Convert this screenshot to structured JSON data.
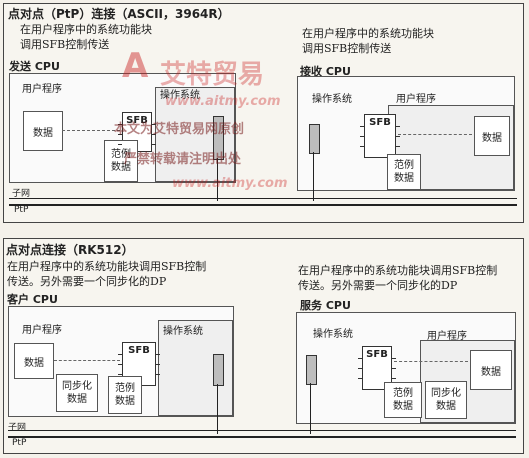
{
  "top": {
    "title": "点对点（PtP）连接（ASCII，3964R）",
    "left_desc_1": "在用户程序中的系统功能块",
    "left_desc_2": "调用SFB控制传送",
    "right_desc_1": "在用户程序中的系统功能块",
    "right_desc_2": "调用SFB控制传送",
    "send_cpu": "发送 CPU",
    "recv_cpu": "接收 CPU",
    "user_program": "用户程序",
    "os": "操作系统",
    "data": "数据",
    "sfb": "SFB",
    "instance_1": "范例",
    "instance_2": "数据",
    "subnet": "子网",
    "ptp": "PtP"
  },
  "bottom": {
    "title": "点对点连接（RK512）",
    "left_desc_1": "在用户程序中的系统功能块调用SFB控制",
    "left_desc_2": "传送。另外需要一个同步化的DP",
    "right_desc_1": "在用户程序中的系统功能块调用SFB控制",
    "right_desc_2": "传送。另外需要一个同步化的DP",
    "client_cpu": "客户 CPU",
    "server_cpu": "服务 CPU",
    "user_program": "用户程序",
    "os": "操作系统",
    "data": "数据",
    "sfb": "SFB",
    "sync_1": "同步化",
    "sync_2": "数据",
    "instance_1": "范例",
    "instance_2": "数据",
    "subnet": "子网",
    "ptp": "PtP"
  },
  "watermark": {
    "brand": "艾特贸易",
    "url1": "www.aitmy.com",
    "notice": "本文为艾特贸易网原创",
    "notice2": "严禁转载请注明出处",
    "url2": "www.aitmy.com"
  },
  "colors": {
    "watermark": "#c81e1e",
    "cp_gray": "#bdbdbd"
  }
}
